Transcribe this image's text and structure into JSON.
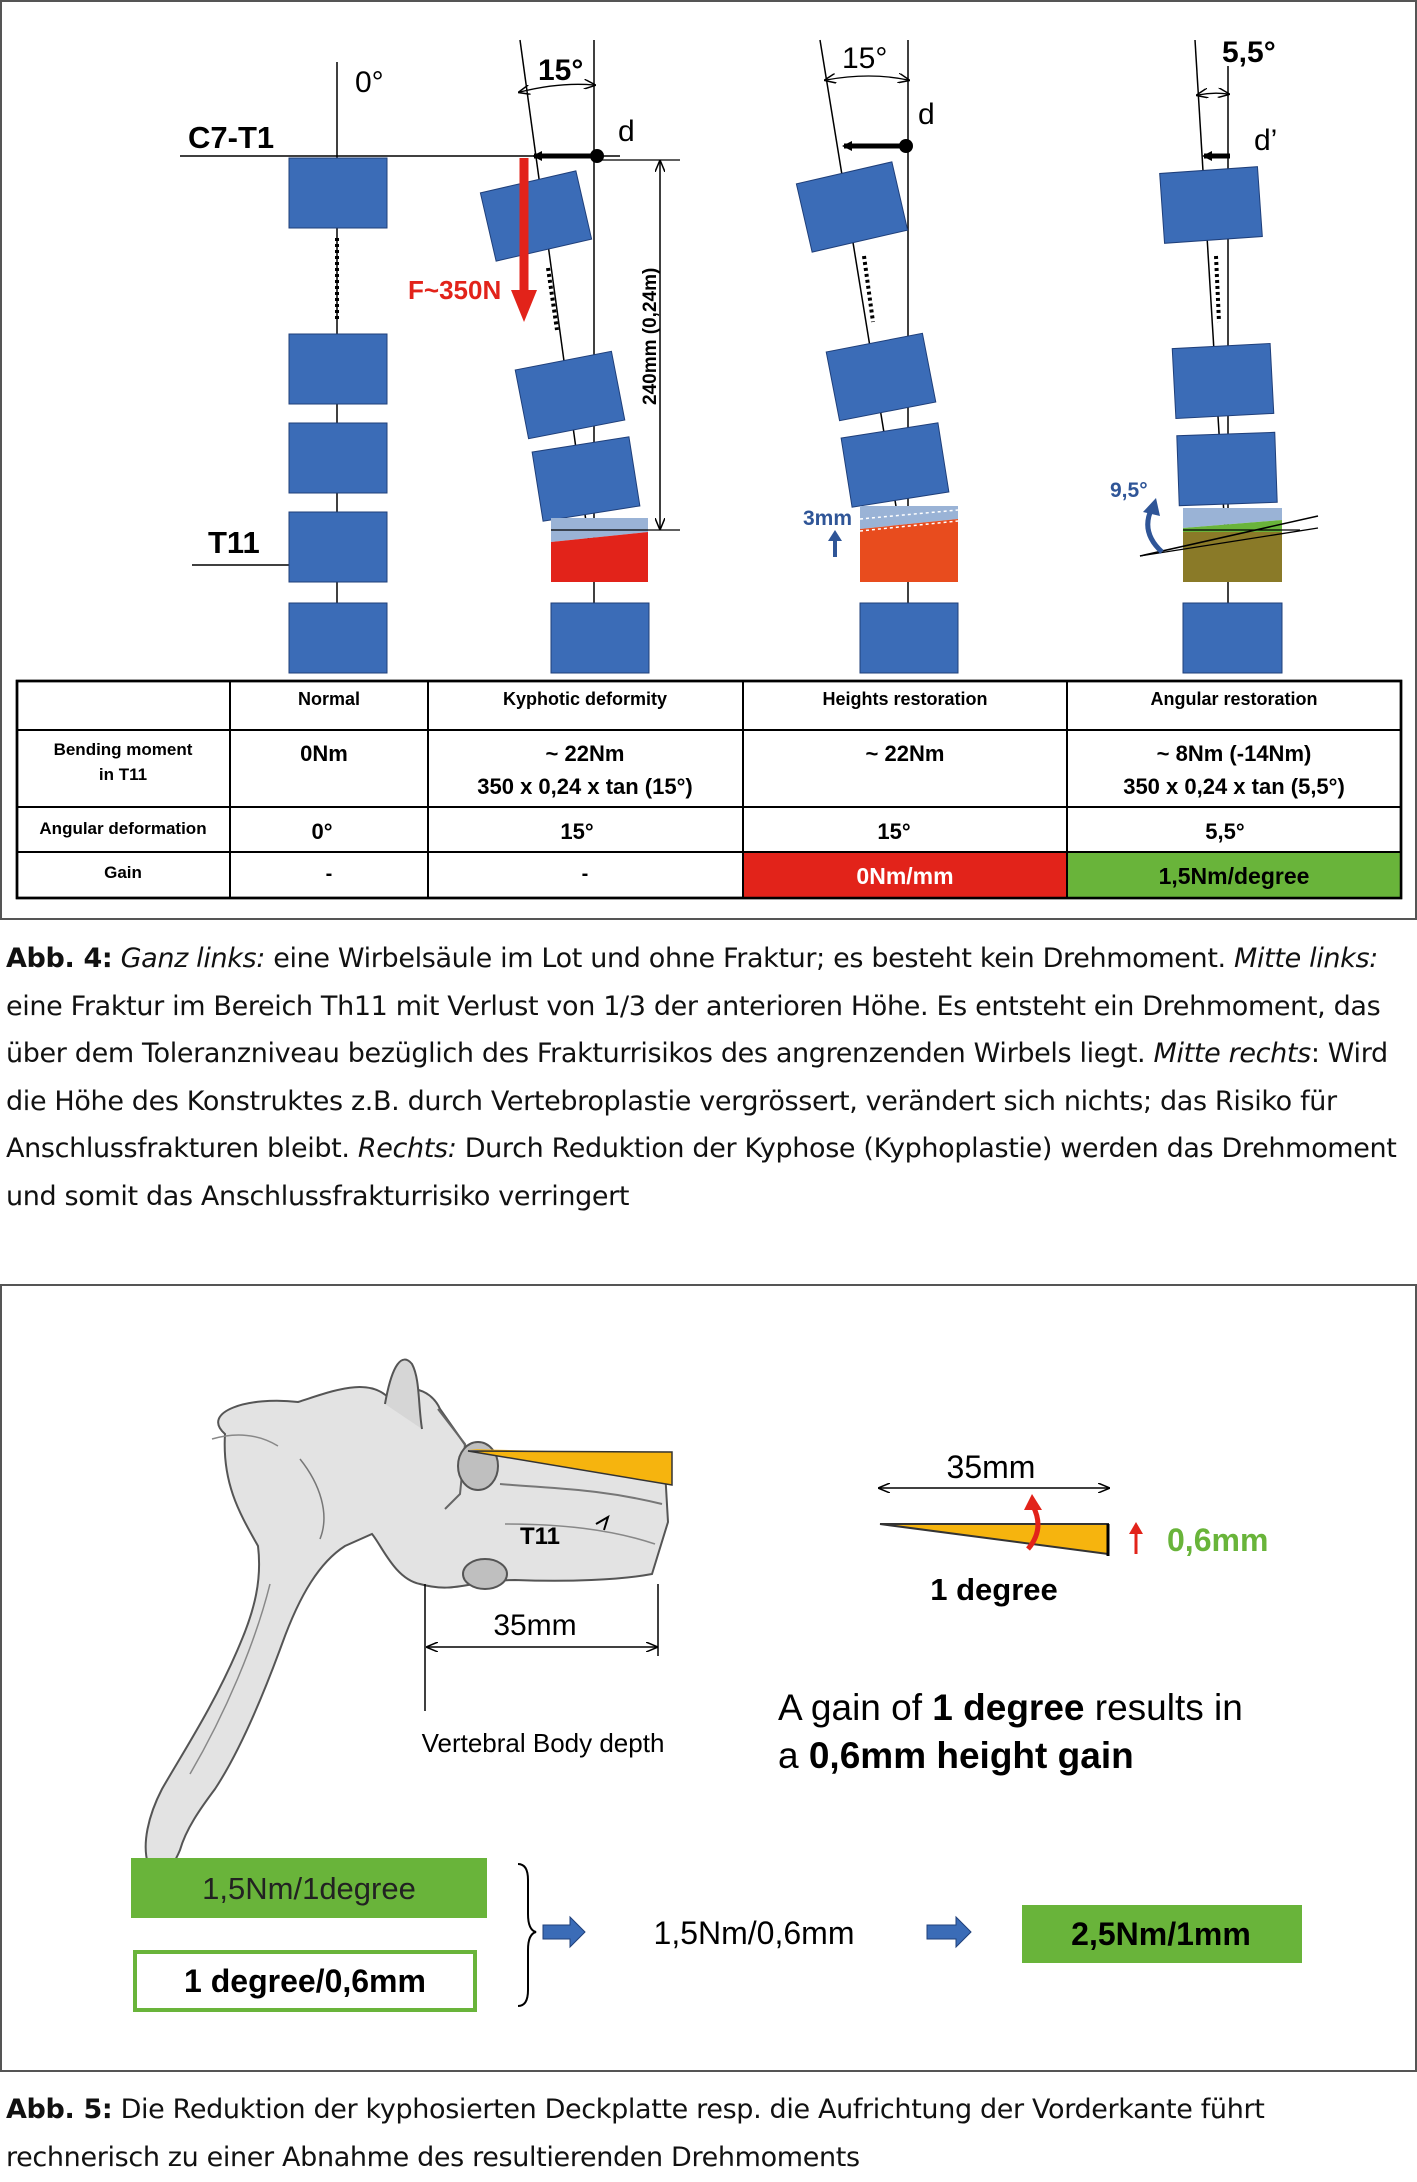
{
  "fig4": {
    "diagram": {
      "c7_label": "C7-T1",
      "t11_label": "T11",
      "angle_normal": "0°",
      "angle_kyphotic": "15°",
      "angle_height": "15°",
      "angle_angular": "5,5°",
      "d_kyphotic": "d",
      "d_height": "d",
      "d_angular": "d’",
      "force_label": "F~350N",
      "distance_label": "240mm (0,24m)",
      "height_gain": "3mm",
      "angle_gain": "9,5°"
    },
    "table": {
      "headers": [
        "",
        "Normal",
        "Kyphotic deformity",
        "Heights restoration",
        "Angular restoration"
      ],
      "row_bending": {
        "label_line1": "Bending moment",
        "label_line2": "in T11",
        "normal": "0Nm",
        "kyphotic_line1": "~ 22Nm",
        "kyphotic_line2": "350 x 0,24 x tan (15°)",
        "height": "~ 22Nm",
        "angular_line1": "~ 8Nm (-14Nm)",
        "angular_line2": "350 x 0,24 x tan (5,5°)"
      },
      "row_angular": {
        "label": "Angular deformation",
        "normal": "0°",
        "kyphotic": "15°",
        "height": "15°",
        "angular": "5,5°"
      },
      "row_gain": {
        "label": "Gain",
        "normal": "-",
        "kyphotic": "-",
        "height": "0Nm/mm",
        "angular": "1,5Nm/degree"
      }
    },
    "caption": {
      "label": "Abb. 4:",
      "p1i": "Ganz links:",
      "p1": " eine Wirbelsäule im Lot und ohne Fraktur; es besteht kein Drehmoment. ",
      "p2i": "Mitte links:",
      "p2": " eine Fraktur im Bereich Th11 mit Verlust von 1/3 der anterioren Höhe. Es entsteht ein Drehmoment, das über dem Toleranzniveau bezüglich des Frakturrisikos des angrenzenden Wirbels liegt. ",
      "p3i": "Mitte rechts",
      "p3": ": Wird die Höhe des Konstruktes z.B. durch Vertebroplastie vergrössert, verändert sich nichts; das Risiko für Anschlussfrakturen bleibt. ",
      "p4i": "Rechts:",
      "p4": " Durch Reduktion der Kyphose (Kyphoplastie) werden das Drehmoment und somit das Anschlussfrakturrisiko verringert"
    }
  },
  "fig5": {
    "t11_label": "T11",
    "depth_mm": "35mm",
    "depth_caption": "Vertebral Body depth",
    "wedge_mm": "35mm",
    "wedge_degree": "1 degree",
    "wedge_height": "0,6mm",
    "gain_l1_a": "A gain of ",
    "gain_l1_b": "1 degree",
    "gain_l1_c": " results in",
    "gain_l2_a": "a ",
    "gain_l2_b": "0,6mm height gain",
    "box_green": "1,5Nm/1degree",
    "box_outline": "1 degree/0,6mm",
    "middle": "1,5Nm/0,6mm",
    "result": "2,5Nm/1mm",
    "caption": {
      "label": "Abb. 5:",
      "text": " Die Reduktion der kyphosierten Deckplatte resp. die Aufrichtung der Vorderkante führt rechnerisch zu einer Abnahme des resultierenden Drehmoments"
    }
  },
  "colors": {
    "vertebra": "#3b6cb7",
    "fracture_red": "#e2231a",
    "fracture_orange": "#e84c1e",
    "light_blue": "#9ab3d6",
    "green": "#69b43a",
    "olive": "#8a7a28",
    "wedge": "#f6b40e",
    "arrow_blue": "#2f5597"
  }
}
